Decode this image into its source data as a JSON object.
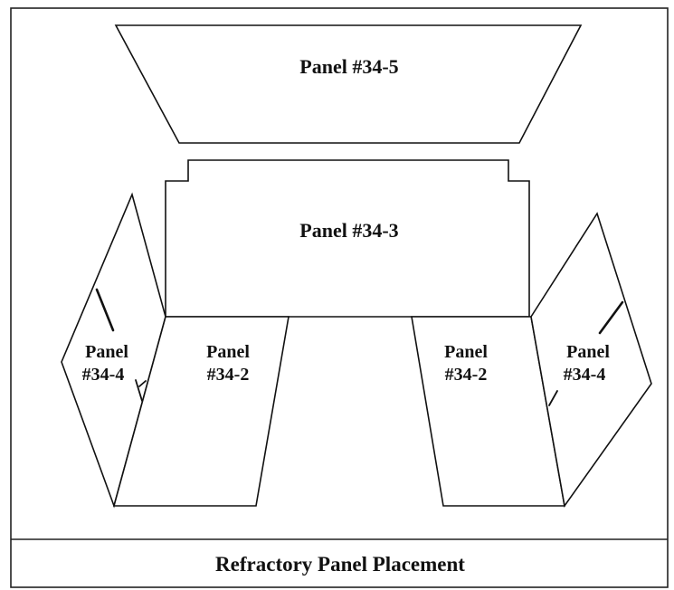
{
  "panels": {
    "top": {
      "label": "Panel #34-5"
    },
    "back": {
      "label": "Panel #34-3"
    },
    "left_side": {
      "line1": "Panel",
      "line2": "#34-4"
    },
    "left_floor": {
      "line1": "Panel",
      "line2": "#34-2"
    },
    "right_floor": {
      "line1": "Panel",
      "line2": "#34-2"
    },
    "right_side": {
      "line1": "Panel",
      "line2": "#34-4"
    }
  },
  "caption": "Refractory Panel Placement",
  "colors": {
    "line": "#111111",
    "background": "#ffffff"
  }
}
